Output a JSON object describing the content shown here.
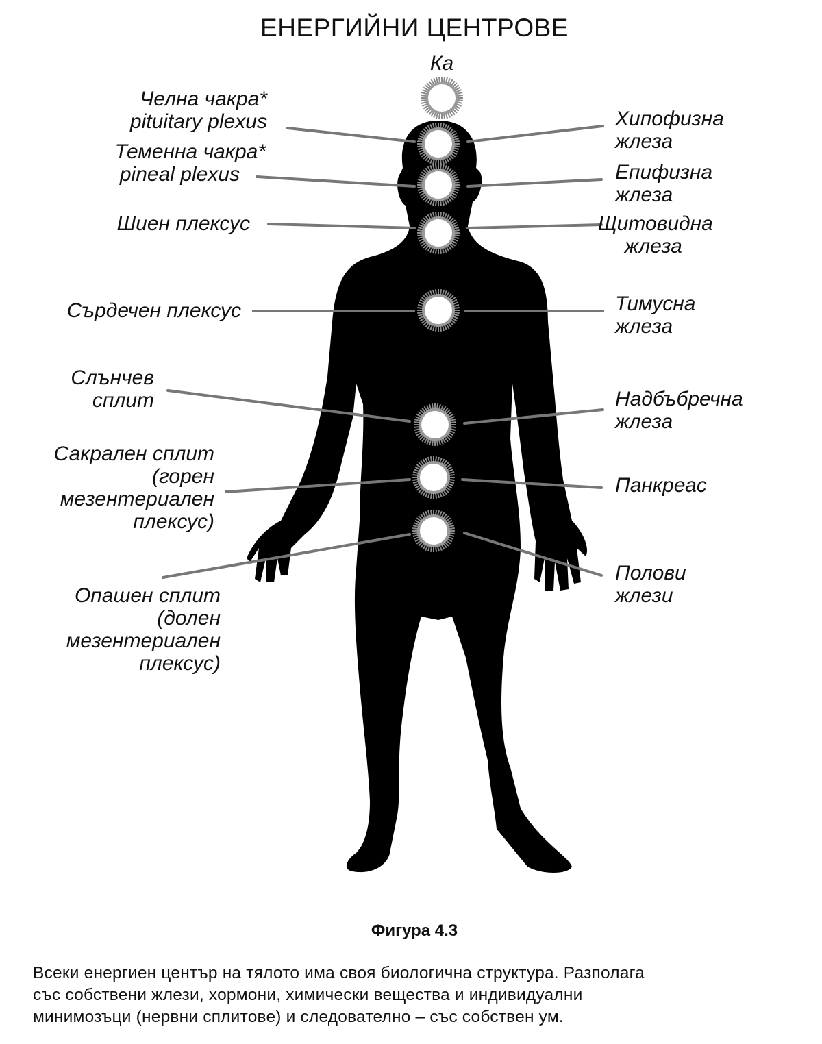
{
  "title": "ЕНЕРГИЙНИ ЦЕНТРОВЕ",
  "ka_label": "Ка",
  "left_labels": [
    [
      "Челна чакра*",
      "pituitary plexus"
    ],
    [
      "Теменна чакра*",
      "pineal plexus"
    ],
    [
      "Шиен плексус"
    ],
    [
      "Сърдечен плексус"
    ],
    [
      "Слънчев",
      "сплит"
    ],
    [
      "Сакрален сплит",
      "(горен",
      "мезентериален",
      "плексус)"
    ],
    [
      "Опашен сплит",
      "(долен",
      "мезентериален",
      "плексус)"
    ]
  ],
  "right_labels": [
    [
      "Хипофизна",
      "жлеза"
    ],
    [
      "Епифизна",
      "жлеза"
    ],
    [
      "Щитовидна",
      "жлеза"
    ],
    [
      "Тимусна",
      "жлеза"
    ],
    [
      "Надбъбречна",
      "жлеза"
    ],
    [
      "Панкреас"
    ],
    [
      "Полови",
      "жлези"
    ]
  ],
  "figure_caption": "Фигура 4.3",
  "description": [
    "Всеки енергиен център на тялото има своя биологична структура. Разполага",
    "със собствени жлези, хормони, химически вещества и индивидуални",
    "минимозъци (нервни сплитове) и следователно – със собствен ум."
  ],
  "colors": {
    "silhouette": "#000000",
    "leader_line": "#777777",
    "chakra_glow": "#ffffff",
    "chakra_rays": "#8a8a8a"
  }
}
